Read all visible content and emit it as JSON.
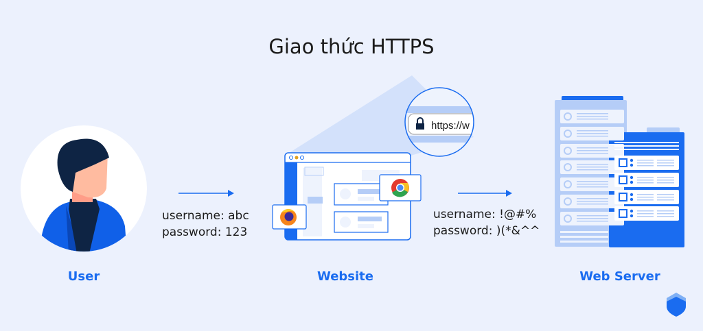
{
  "title": "Giao thức HTTPS",
  "user": {
    "label": "User",
    "icon": "user-avatar-icon"
  },
  "website": {
    "label": "Website",
    "url_preview": "https://w",
    "icons": [
      "lock-icon",
      "chrome-icon",
      "firefox-icon"
    ]
  },
  "server": {
    "label": "Web Server",
    "icon": "server-icon"
  },
  "plain_credentials": {
    "username": "username: abc",
    "password": "password: 123"
  },
  "encrypted_credentials": {
    "username": "username: !@#%",
    "password": "password: )(*&^^"
  },
  "colors": {
    "background": "#ecf1fd",
    "accent": "#1a6cf0",
    "light_accent": "#b5cdf7"
  }
}
